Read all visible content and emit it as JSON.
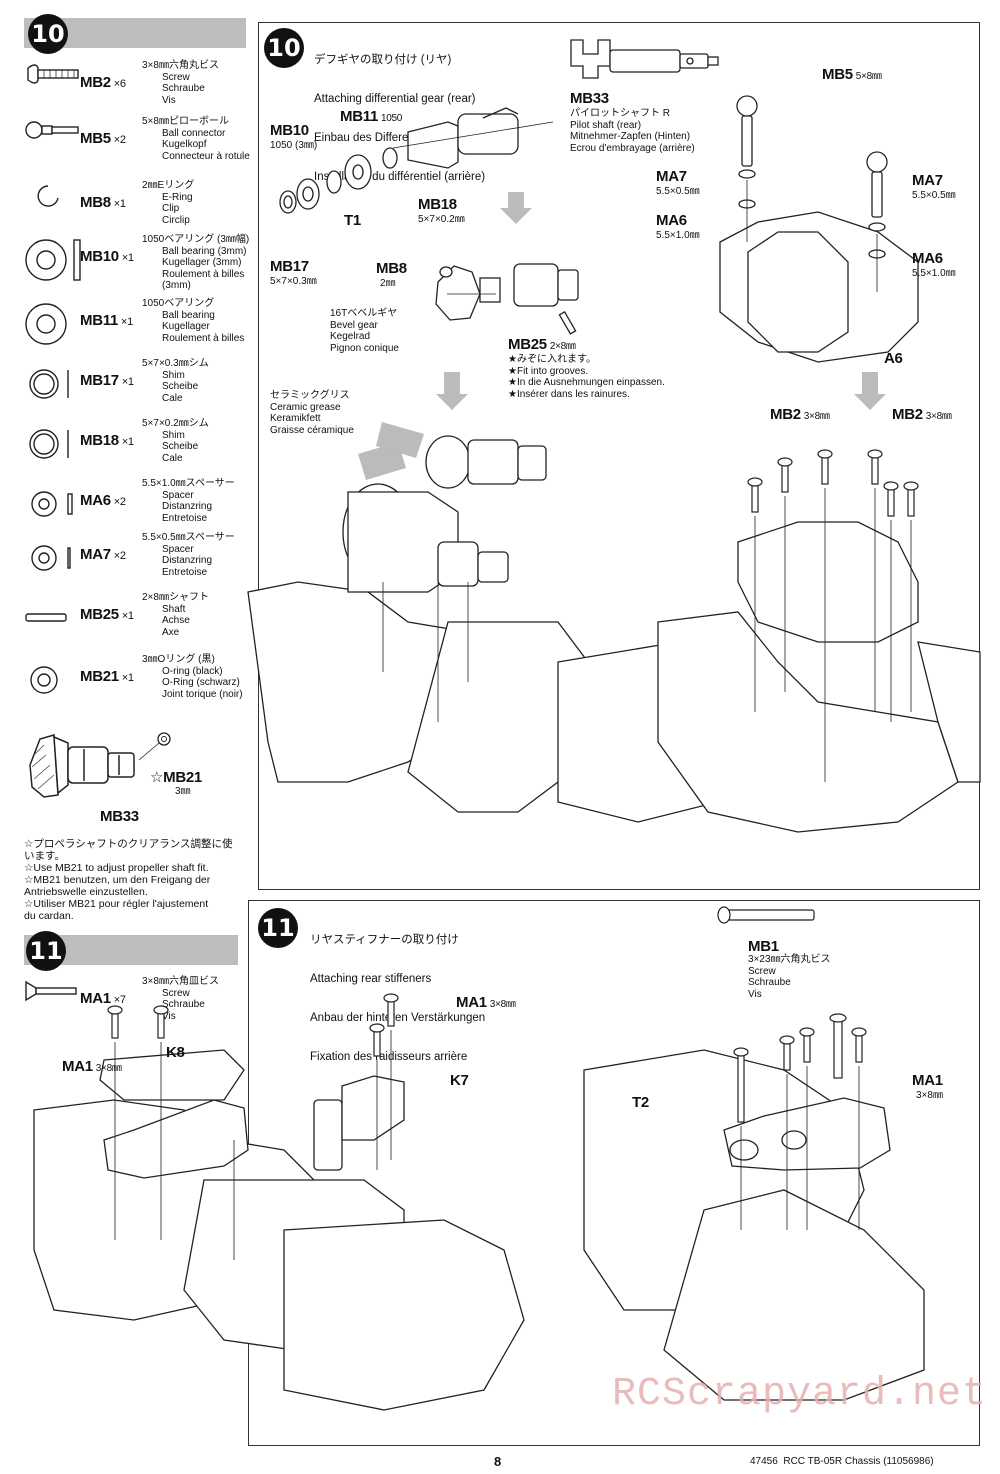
{
  "step10": {
    "number": "10",
    "heading_jp": "デフギヤの取り付け (リヤ)",
    "heading_en": "Attaching differential gear (rear)",
    "heading_de": "Einbau des Differentialgetriebes (hinten)",
    "heading_fr": "Installation du différentiel (arrière)"
  },
  "step11": {
    "number": "11",
    "heading_jp": "リヤスティフナーの取り付け",
    "heading_en": "Attaching rear stiffeners",
    "heading_de": "Anbau der hinteren Verstärkungen",
    "heading_fr": "Fixation des raidisseurs arrière"
  },
  "parts10": [
    {
      "code": "MB2",
      "qty": "×6",
      "jp": "3×8㎜六角丸ビス",
      "lines": [
        "Screw",
        "Schraube",
        "Vis"
      ]
    },
    {
      "code": "MB5",
      "qty": "×2",
      "jp": "5×8㎜ピローボール",
      "lines": [
        "Ball connector",
        "Kugelkopf",
        "Connecteur à rotule"
      ]
    },
    {
      "code": "MB8",
      "qty": "×1",
      "jp": "2㎜Eリング",
      "lines": [
        "E-Ring",
        "Clip",
        "Circlip"
      ]
    },
    {
      "code": "MB10",
      "qty": "×1",
      "jp": "1050ベアリング (3㎜幅)",
      "lines": [
        "Ball bearing (3mm)",
        "Kugellager (3mm)",
        "Roulement à billes",
        "(3mm)"
      ]
    },
    {
      "code": "MB11",
      "qty": "×1",
      "jp": "1050ベアリング",
      "lines": [
        "Ball bearing",
        "Kugellager",
        "Roulement à billes"
      ]
    },
    {
      "code": "MB17",
      "qty": "×1",
      "jp": "5×7×0.3㎜シム",
      "lines": [
        "Shim",
        "Scheibe",
        "Cale"
      ]
    },
    {
      "code": "MB18",
      "qty": "×1",
      "jp": "5×7×0.2㎜シム",
      "lines": [
        "Shim",
        "Scheibe",
        "Cale"
      ]
    },
    {
      "code": "MA6",
      "qty": "×2",
      "jp": "5.5×1.0㎜スペーサー",
      "lines": [
        "Spacer",
        "Distanzring",
        "Entretoise"
      ]
    },
    {
      "code": "MA7",
      "qty": "×2",
      "jp": "5.5×0.5㎜スペーサー",
      "lines": [
        "Spacer",
        "Distanzring",
        "Entretoise"
      ]
    },
    {
      "code": "MB25",
      "qty": "×1",
      "jp": "2×8㎜シャフト",
      "lines": [
        "Shaft",
        "Achse",
        "Axe"
      ]
    },
    {
      "code": "MB21",
      "qty": "×1",
      "jp": "3㎜Oリング (黒)",
      "lines": [
        "O-ring (black)",
        "O-Ring (schwarz)",
        "Joint torique (noir)"
      ]
    }
  ],
  "mb33_diagram": {
    "label": "MB33",
    "star_label": "☆MB21",
    "star_sub": "3㎜"
  },
  "note10": [
    "☆プロペラシャフトのクリアランス調整に使",
    "います。",
    "☆Use MB21 to adjust propeller shaft fit.",
    "☆MB21 benutzen, um den Freigang der",
    "Antriebswelle einzustellen.",
    "☆Utiliser MB21 pour régler l'ajustement",
    "du cardan."
  ],
  "parts11": [
    {
      "code": "MA1",
      "qty": "×7",
      "jp": "3×8㎜六角皿ビス",
      "lines": [
        "Screw",
        "Schraube",
        "Vis"
      ]
    }
  ],
  "diagram10": {
    "mb11": "MB11",
    "mb11_sub": "1050",
    "mb10": "MB10",
    "mb10_sub": "1050 (3㎜)",
    "t1": "T1",
    "mb18": "MB18",
    "mb18_sub": "5×7×0.2㎜",
    "mb17": "MB17",
    "mb17_sub": "5×7×0.3㎜",
    "mb8": "MB8",
    "mb8_sub": "2㎜",
    "bevel_lines": [
      "16Tベベルギヤ",
      "Bevel gear",
      "Kegelrad",
      "Pignon conique"
    ],
    "mb25": "MB25",
    "mb25_sub": "2×8㎜",
    "mb25_notes": [
      "★みぞに入れます。",
      "★Fit into grooves.",
      "★In die Ausnehmungen einpassen.",
      "★Insérer dans les rainures."
    ],
    "grease_lines": [
      "セラミックグリス",
      "Ceramic grease",
      "Keramikfett",
      "Graisse céramique"
    ],
    "mb33": "MB33",
    "mb33_lines": [
      "パイロットシャフト R",
      "Pilot shaft (rear)",
      "Mitnehmer-Zapfen (Hinten)",
      "Ecrou d'embrayage (arrière)"
    ],
    "mb5": "MB5",
    "mb5_sub": "5×8㎜",
    "ma7a": "MA7",
    "ma7a_sub": "5.5×0.5㎜",
    "ma6a": "MA6",
    "ma6a_sub": "5.5×1.0㎜",
    "ma7b": "MA7",
    "ma7b_sub": "5.5×0.5㎜",
    "ma6b": "MA6",
    "ma6b_sub": "5.5×1.0㎜",
    "a6": "A6",
    "mb2a": "MB2",
    "mb2a_sub": "3×8㎜",
    "mb2b": "MB2",
    "mb2b_sub": "3×8㎜"
  },
  "diagram11": {
    "ma1a": "MA1",
    "ma1a_sub": "3×8㎜",
    "k8": "K8",
    "ma1b": "MA1",
    "ma1b_sub": "3×8㎜",
    "k7": "K7",
    "mb1": "MB1",
    "mb1_lines": [
      "3×23㎜六角丸ビス",
      "Screw",
      "Schraube",
      "Vis"
    ],
    "t2": "T2",
    "ma1c": "MA1",
    "ma1c_sub": "3×8㎜"
  },
  "footer": {
    "page_number": "8",
    "product": "47456  RCC TB-05R Chassis (11056986)"
  },
  "watermark": "RCScrapyard.net"
}
